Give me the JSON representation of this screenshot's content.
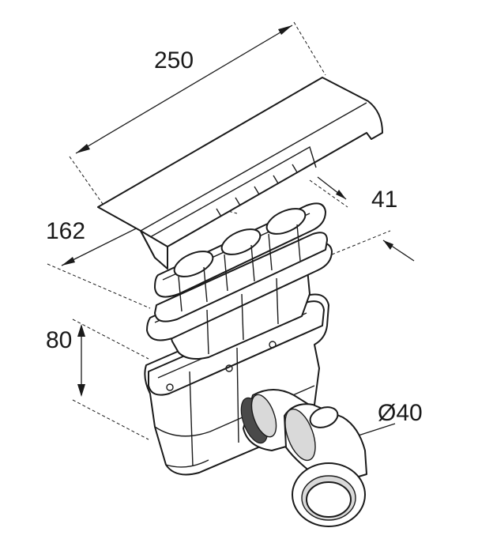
{
  "diagram": {
    "dimensions": {
      "length": "250",
      "width": "162",
      "grate_height": "41",
      "body_height": "80",
      "outlet_diameter": "Ø40"
    },
    "colors": {
      "line": "#1a1a1a",
      "fill": "#ffffff",
      "shade": "#d9d9d9"
    }
  }
}
